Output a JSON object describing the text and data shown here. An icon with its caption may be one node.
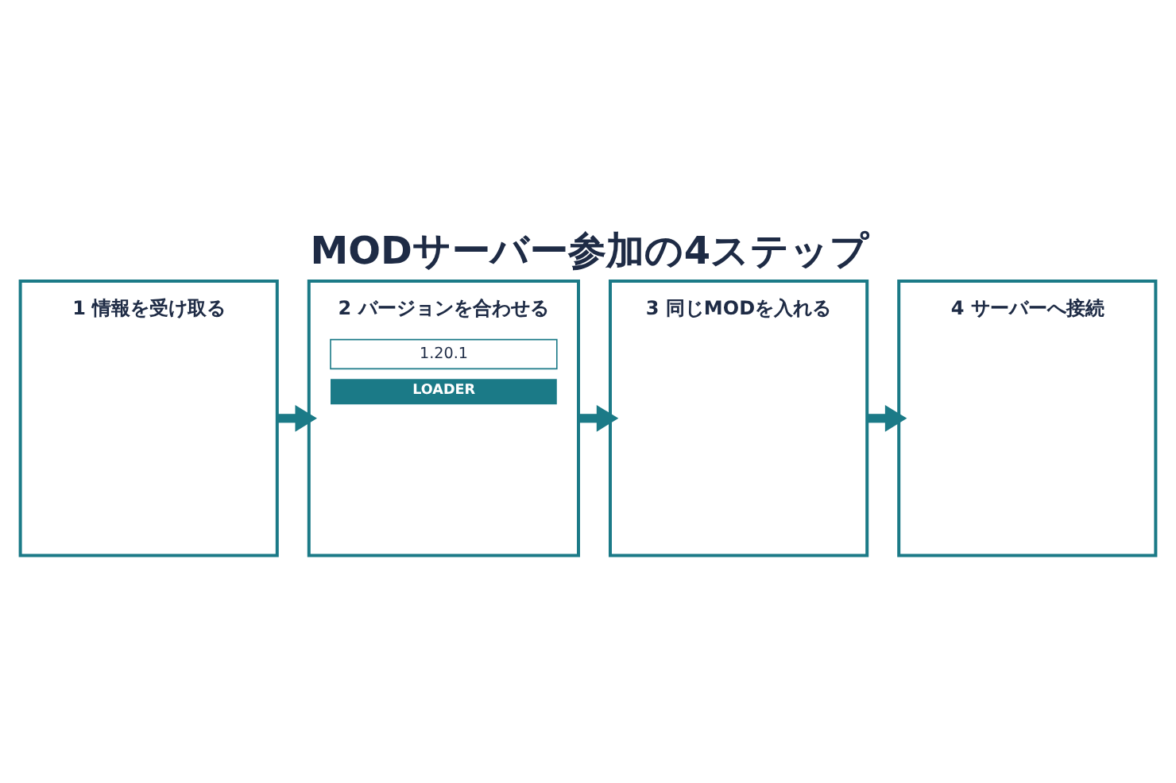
{
  "diagram": {
    "title": "MODサーバー参加の4ステップ",
    "nodes": [
      {
        "text": [
          "1 情報を受け取る"
        ]
      },
      {
        "text": [
          "2 バージョンを合わせる",
          "1.20.1",
          "LOADER"
        ]
      },
      {
        "text": [
          "3 同じMODを入れる"
        ]
      },
      {
        "text": [
          "4 サーバーへ接続"
        ]
      }
    ],
    "edges": [
      {
        "from": 0,
        "to": 1,
        "arrow": "to"
      },
      {
        "from": 1,
        "to": 2,
        "arrow": "to"
      },
      {
        "from": 2,
        "to": 3,
        "arrow": "to"
      }
    ]
  }
}
